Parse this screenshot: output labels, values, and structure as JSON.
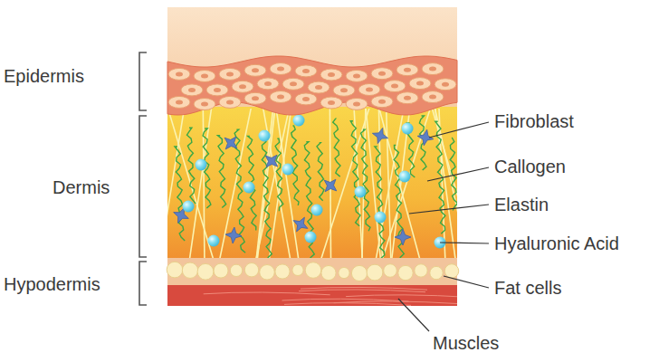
{
  "diagram": {
    "labels": [
      "Epidermis",
      "Dermis",
      "Hypodermis",
      "Fibroblast",
      "Callogen",
      "Elastin",
      "Hyaluronic Acid",
      "Fat cells",
      "Muscles"
    ]
  }
}
